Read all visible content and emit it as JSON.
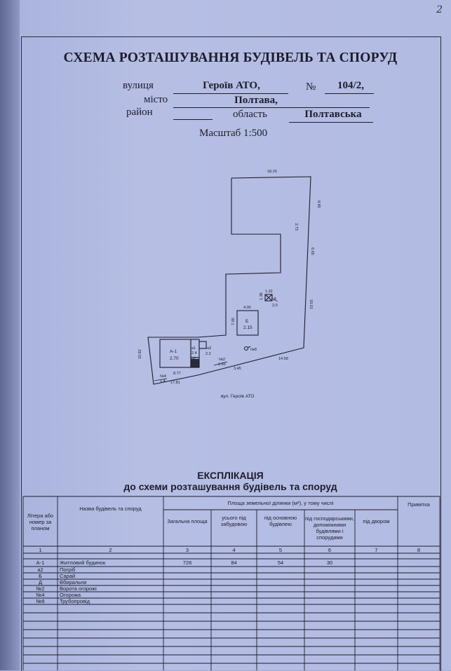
{
  "page_number": "2",
  "header": {
    "title": "СХЕМА РОЗТАШУВАННЯ БУДІВЕЛЬ ТА СПОРУД",
    "street_label": "вулиця",
    "street_value": "Героїв АТО,",
    "number_label": "№",
    "number_value": "104/2,",
    "city_label": "місто",
    "city_value": "Полтава,",
    "district_label": "район",
    "region_label": "область",
    "region_value": "Полтавська",
    "scale": "Масштаб 1:500"
  },
  "plan": {
    "dims": {
      "top": "18.26",
      "right_top": "8.85",
      "right_mid": "3.73",
      "right_6": "6.65",
      "right_bottom": "18.01",
      "bottom_right": "14.58",
      "bottom_mid": "3.45",
      "bottom_left": "17.81",
      "left": "10.82",
      "inner_8_77": "8.77",
      "b_width": "4.00",
      "b_height": "7.00",
      "d_w": "1.32",
      "d_h": "1.36",
      "d_2": "2.0",
      "gate_1_65": "1.65",
      "fence_1_4": "1.4",
      "a1_w": "2.4",
      "a2_w": "2.3",
      "a3_w": "2.2"
    },
    "labels": {
      "a_main": "А-1",
      "a_main_h": "2.70",
      "a1": "а1",
      "a2": "а2",
      "a3": "а3",
      "b": "Б",
      "b_h": "2.15",
      "d": "Д",
      "n8": "№8",
      "n2": "№2",
      "n4": "№4"
    },
    "street_caption": "вул. Героїв АТО"
  },
  "explication": {
    "title": "ЕКСПЛІКАЦІЯ",
    "subtitle": "до схеми  розташування будівель та споруд",
    "col_litera": "Літера або номер за планом",
    "col_name": "Назва будівель та споруд",
    "col_area_group": "Площа земельної ділянки (м²), у тому числі",
    "col_total": "Загальна площа",
    "col_built": "усього під забудовою",
    "col_main": "під основною будівлею",
    "col_aux": "під господарськими, допоміжними будівлями і спорудами",
    "col_yard": "під двором",
    "col_note": "Примітка",
    "col_nums": [
      "1",
      "2",
      "3",
      "4",
      "5",
      "6",
      "7",
      "8"
    ],
    "rows": [
      {
        "litera": "А-1",
        "name": "Житловий будинок",
        "total": "726",
        "built": "84",
        "main": "54",
        "aux": "30",
        "yard": "",
        "note": ""
      },
      {
        "litera": "а2",
        "name": "Погріб",
        "total": "",
        "built": "",
        "main": "",
        "aux": "",
        "yard": "",
        "note": ""
      },
      {
        "litera": "Б",
        "name": "Сарай",
        "total": "",
        "built": "",
        "main": "",
        "aux": "",
        "yard": "",
        "note": ""
      },
      {
        "litera": "Д",
        "name": "Вбиральня",
        "total": "",
        "built": "",
        "main": "",
        "aux": "",
        "yard": "",
        "note": ""
      },
      {
        "litera": "№2",
        "name": "Ворота огорожі",
        "total": "",
        "built": "",
        "main": "",
        "aux": "",
        "yard": "",
        "note": ""
      },
      {
        "litera": "№4",
        "name": "Огорожа",
        "total": "",
        "built": "",
        "main": "",
        "aux": "",
        "yard": "",
        "note": ""
      },
      {
        "litera": "№8",
        "name": "Трубопровід",
        "total": "",
        "built": "",
        "main": "",
        "aux": "",
        "yard": "",
        "note": ""
      }
    ]
  }
}
